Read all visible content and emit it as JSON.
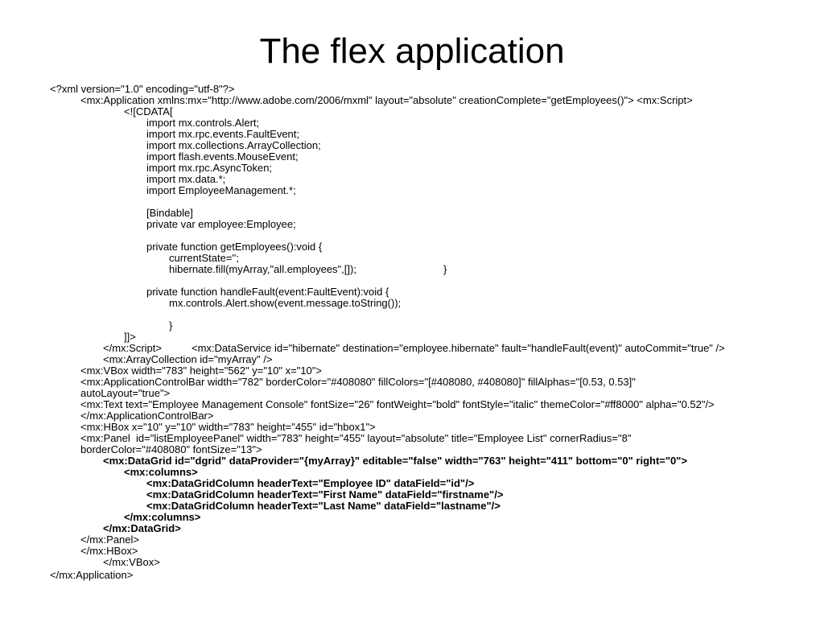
{
  "slide": {
    "title": "The flex application",
    "lines": [
      "<?xml version=\"1.0\" encoding=\"utf-8\"?>",
      "<mx:Application xmlns:mx=\"http://www.adobe.com/2006/mxml\" layout=\"absolute\" creationComplete=\"getEmployees()\"> <mx:Script>",
      "<![CDATA[",
      "import mx.controls.Alert;",
      "import mx.rpc.events.FaultEvent;",
      "import mx.collections.ArrayCollection;",
      "import flash.events.MouseEvent;",
      "import mx.rpc.AsyncToken;",
      "import mx.data.*;",
      "import EmployeeManagement.*;",
      "[Bindable]",
      "private var employee:Employee;",
      "private function getEmployees():void {",
      "currentState='';",
      "hibernate.fill(myArray,\"all.employees\",[]);",
      "}",
      "private function handleFault(event:FaultEvent):void {",
      "mx.controls.Alert.show(event.message.toString());",
      "}",
      "]]>",
      "</mx:Script>",
      "<mx:DataService id=\"hibernate\" destination=\"employee.hibernate\" fault=\"handleFault(event)\" autoCommit=\"true\" />",
      "<mx:ArrayCollection id=\"myArray\" />",
      "<mx:VBox width=\"783\" height=\"562\" y=\"10\" x=\"10\">",
      "<mx:ApplicationControlBar width=\"782\" borderColor=\"#408080\" fillColors=\"[#408080, #408080]\" fillAlphas=\"[0.53, 0.53]\"",
      "autoLayout=\"true\">",
      "<mx:Text text=\"Employee Management Console\" fontSize=\"26\" fontWeight=\"bold\" fontStyle=\"italic\" themeColor=\"#ff8000\" alpha=\"0.52\"/>",
      "</mx:ApplicationControlBar>",
      "<mx:HBox x=\"10\" y=\"10\" width=\"783\" height=\"455\" id=\"hbox1\">",
      "<mx:Panel  id=\"listEmployeePanel\" width=\"783\" height=\"455\" layout=\"absolute\" title=\"Employee List\" cornerRadius=\"8\"",
      "borderColor=\"#408080\" fontSize=\"13\">",
      "<mx:DataGrid id=\"dgrid\" dataProvider=\"{myArray}\" editable=\"false\" width=\"763\" height=\"411\" bottom=\"0\" right=\"0\">",
      "<mx:columns>",
      "<mx:DataGridColumn headerText=\"Employee ID\" dataField=\"id\"/>",
      "<mx:DataGridColumn headerText=\"First Name\" dataField=\"firstname\"/>",
      "<mx:DataGridColumn headerText=\"Last Name\" dataField=\"lastname\"/>",
      "</mx:columns>",
      "</mx:DataGrid>",
      "</mx:Panel>",
      "</mx:HBox>",
      "</mx:VBox>",
      "</mx:Application>"
    ]
  }
}
